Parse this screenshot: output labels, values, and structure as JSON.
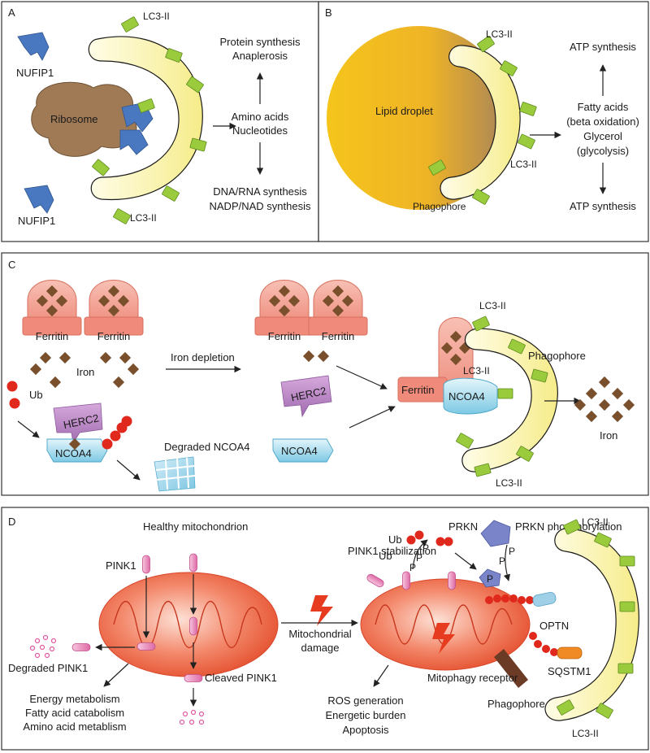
{
  "colors": {
    "phagophore_fill": "#f9f0a8",
    "phagophore_stroke": "#1a1a1a",
    "lc3": "#9acb3c",
    "ribosome": "#a07a55",
    "nufip1": "#4a78c0",
    "lipid_droplet": "#f2c21c",
    "ferritin": "#f3a294",
    "iron": "#7a4f2c",
    "ubiquitin": "#e0281c",
    "ncoa4": "#86cfe6",
    "herc2": "#b17fbf",
    "mitochondrion": "#f06548",
    "pink1": "#e47ab3",
    "prkn": "#7a84c8",
    "optn": "#9fd0e8",
    "sqstm1": "#f08a24",
    "receptor": "#6b3b26",
    "lightning": "#e63b1e"
  },
  "panels": {
    "A": {
      "letter": "A",
      "lc3_top": "LC3-II",
      "lc3_bottom": "LC3-II",
      "nufip1_top": "NUFIP1",
      "nufip1_bottom": "NUFIP1",
      "ribosome": "Ribosome",
      "products": [
        "Amino acids",
        "Nucleotides"
      ],
      "up_outcome": [
        "Protein synthesis",
        "Anaplerosis"
      ],
      "down_outcome": [
        "DNA/RNA synthesis",
        "NADP/NAD synthesis"
      ]
    },
    "B": {
      "letter": "B",
      "lipid_droplet": "Lipid droplet",
      "lc3_top": "LC3-II",
      "lc3_bottom": "LC3-II",
      "phagophore": "Phagophore",
      "products": [
        "Fatty acids",
        "(beta oxidation)",
        "Glycerol",
        "(glycolysis)"
      ],
      "up_outcome": "ATP synthesis",
      "down_outcome": "ATP synthesis"
    },
    "C": {
      "letter": "C",
      "ferritin": "Ferritin",
      "iron": "Iron",
      "ub": "Ub",
      "herc2": "HERC2",
      "ncoa4": "NCOA4",
      "degraded_ncoa4": "Degraded NCOA4",
      "iron_depletion": "Iron depletion",
      "lc3_top": "LC3-II",
      "lc3_mid": "LC3-II",
      "lc3_bottom": "LC3-II",
      "phagophore": "Phagophore",
      "iron_out": "Iron"
    },
    "D": {
      "letter": "D",
      "healthy": "Healthy mitochondrion",
      "pink1": "PINK1",
      "degraded_pink1": "Degraded PINK1",
      "cleaved_pink1": "Cleaved PINK1",
      "healthy_outcomes": [
        "Energy metabolism",
        "Fatty acid catabolism",
        "Amino acid metablism"
      ],
      "damage": [
        "Mitochondrial",
        "damage"
      ],
      "ub1": "Ub",
      "ub2": "Ub",
      "prkn": "PRKN",
      "prkn_phos": "PRKN phosphorylation",
      "pink1_stab": "PINK1 stabilization",
      "p": "P",
      "optn": "OPTN",
      "sqstm1": "SQSTM1",
      "lc3_top": "LC3-II",
      "lc3_bottom": "LC3-II",
      "receptor": "Mitophagy receptor",
      "phagophore": "Phagophore",
      "damaged_outcomes": [
        "ROS generation",
        "Energetic burden",
        "Apoptosis"
      ]
    }
  }
}
